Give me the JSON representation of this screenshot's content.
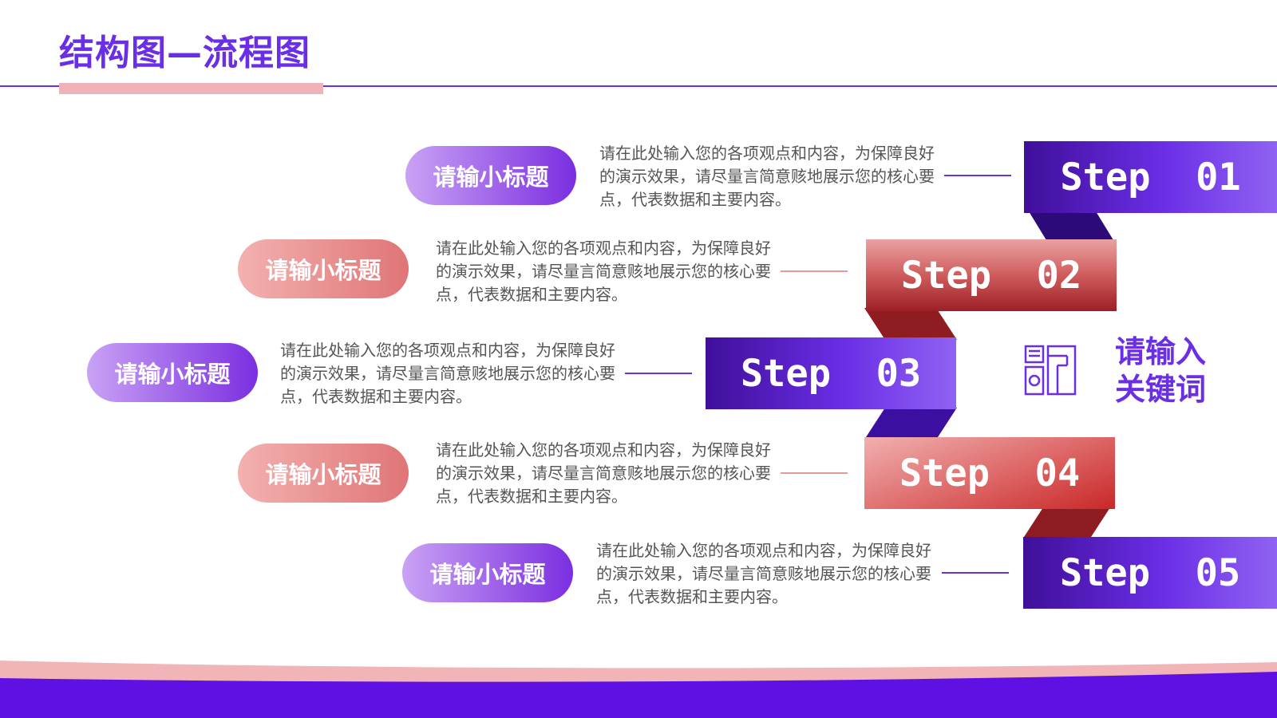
{
  "title": "结构图—流程图",
  "colors": {
    "purple": "#6a2ee6",
    "pink": "#eeb3b6",
    "red": "#cf5c5c"
  },
  "steps": [
    {
      "pill": "请输小标题",
      "desc": "请在此处输入您的各项观点和内容，为保障良好的演示效果，请尽量言简意赅地展示您的核心要点，代表数据和主要内容。",
      "label": "Step  01",
      "color": "purple"
    },
    {
      "pill": "请输小标题",
      "desc": "请在此处输入您的各项观点和内容，为保障良好的演示效果，请尽量言简意赅地展示您的核心要点，代表数据和主要内容。",
      "label": "Step  02",
      "color": "red"
    },
    {
      "pill": "请输小标题",
      "desc": "请在此处输入您的各项观点和内容，为保障良好的演示效果，请尽量言简意赅地展示您的核心要点，代表数据和主要内容。",
      "label": "Step  03",
      "color": "purple"
    },
    {
      "pill": "请输小标题",
      "desc": "请在此处输入您的各项观点和内容，为保障良好的演示效果，请尽量言简意赅地展示您的核心要点，代表数据和主要内容。",
      "label": "Step  04",
      "color": "red"
    },
    {
      "pill": "请输小标题",
      "desc": "请在此处输入您的各项观点和内容，为保障良好的演示效果，请尽量言简意赅地展示您的核心要点，代表数据和主要内容。",
      "label": "Step  05",
      "color": "purple"
    }
  ],
  "keyword": {
    "line1": "请输入",
    "line2": "关键词",
    "icon": "document-icon"
  }
}
